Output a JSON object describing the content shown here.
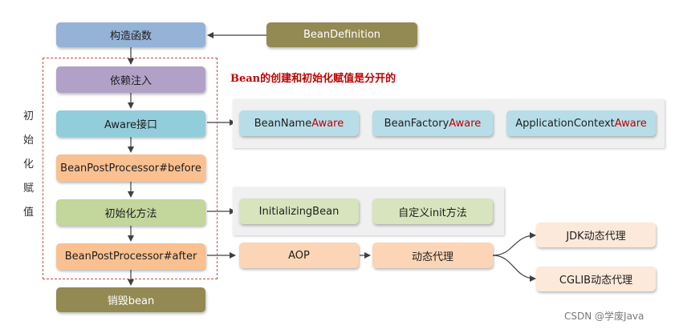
{
  "flow": {
    "constructor": "构造函数",
    "dependency_injection": "依赖注入",
    "aware_interface": "Aware接口",
    "bpp_before": "BeanPostProcessor#before",
    "init_method": "初始化方法",
    "bpp_after": "BeanPostProcessor#after",
    "destroy_bean": "销毁bean"
  },
  "bean_definition": "BeanDefinition",
  "note": "Bean的创建和初始化赋值是分开的",
  "init_group_label": [
    "初",
    "始",
    "化",
    "赋",
    "值"
  ],
  "aware_items": [
    {
      "prefix": "BeanName",
      "suffix": "Aware"
    },
    {
      "prefix": "BeanFactory",
      "suffix": "Aware"
    },
    {
      "prefix": "ApplicationContext",
      "suffix": "Aware"
    }
  ],
  "init_items": [
    "InitializingBean",
    "自定义init方法"
  ],
  "after_items": {
    "aop": "AOP",
    "dynamic_proxy": "动态代理",
    "jdk_proxy": "JDK动态代理",
    "cglib_proxy": "CGLIB动态代理"
  },
  "watermark": "CSDN @学废Java",
  "colors": {
    "blue": "#95b3d7",
    "olive": "#938953",
    "purple": "#b2a1c7",
    "teal": "#92cddc",
    "orange": "#fac090",
    "green": "#c3d69b",
    "light_blue": "#b7dde8",
    "light_green": "#d7e4bd",
    "peach": "#fbd5b5",
    "light_peach": "#fde9d9",
    "accent_red": "#c00000"
  }
}
